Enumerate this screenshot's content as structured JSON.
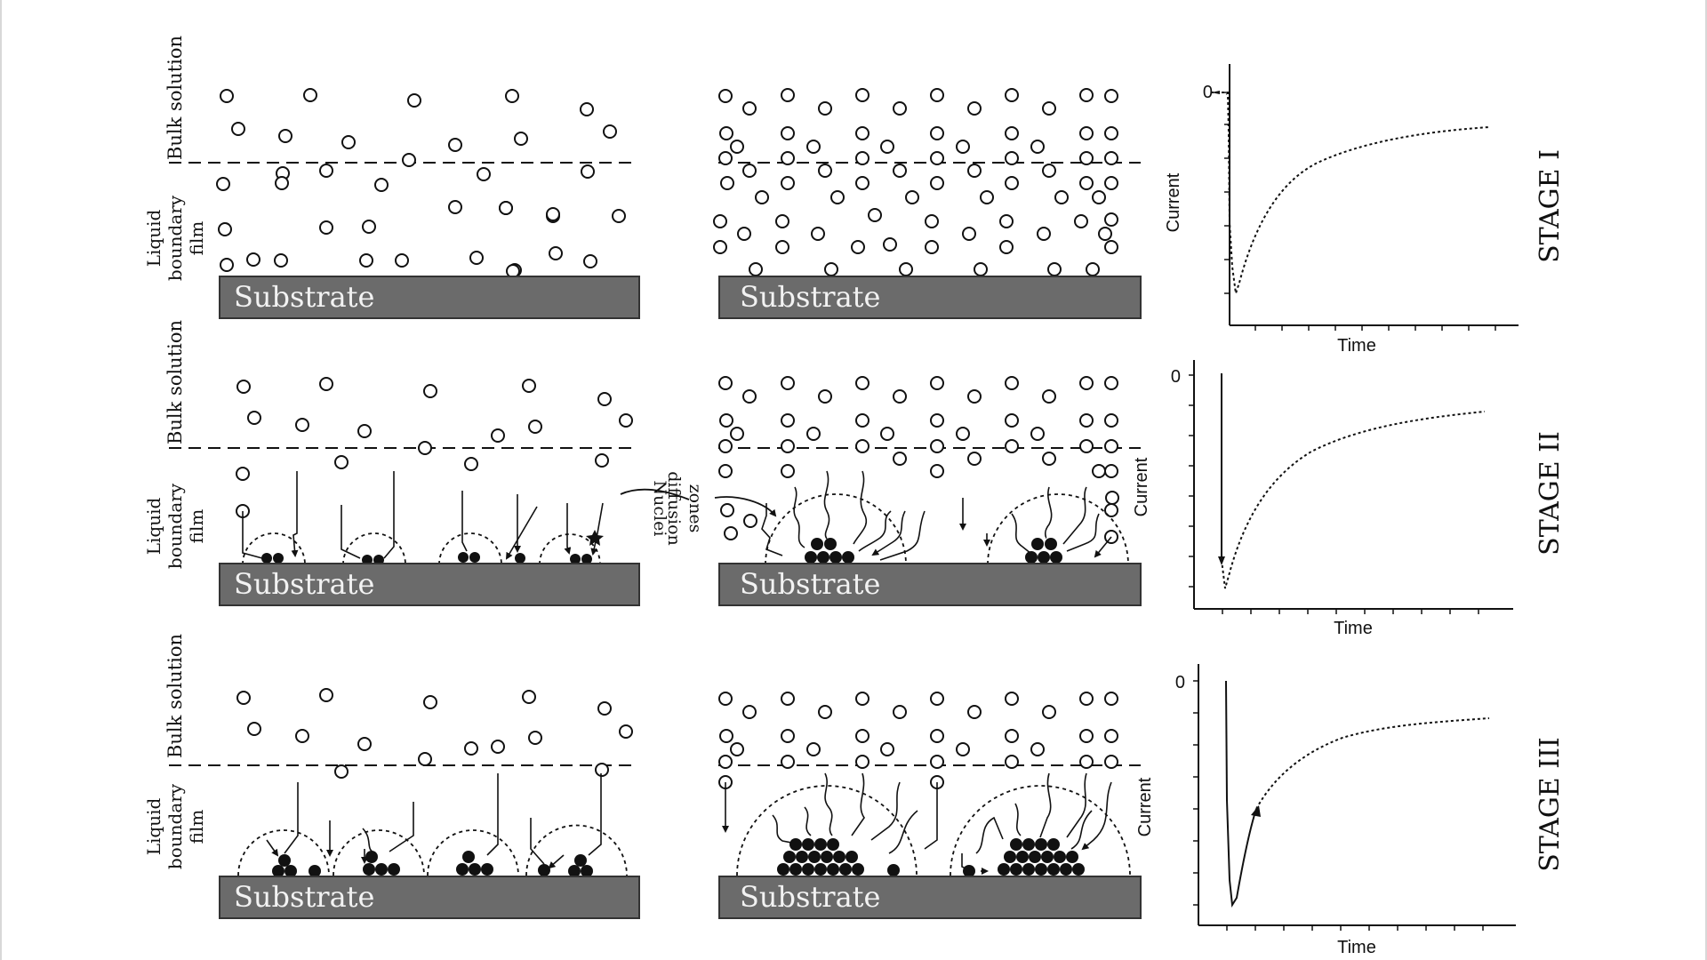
{
  "substrate_label": "Substrate",
  "bulk_label": "Bulk solution",
  "film_label_lines": [
    "Liquid",
    "boundary",
    "film"
  ],
  "nuclei_label_lines": [
    "Nuclei",
    "diffusion",
    "zones"
  ],
  "axis": {
    "time_label": "Time",
    "current_label": "Current",
    "zero_label": "0"
  },
  "stages": [
    {
      "label": "STAGE I"
    },
    {
      "label": "STAGE II"
    },
    {
      "label": "STAGE III"
    }
  ],
  "colors": {
    "substrate": "#6b6b6b",
    "substrate_text": "#f2f2f2",
    "ink": "#111111",
    "frame": "#d8d8d8"
  }
}
